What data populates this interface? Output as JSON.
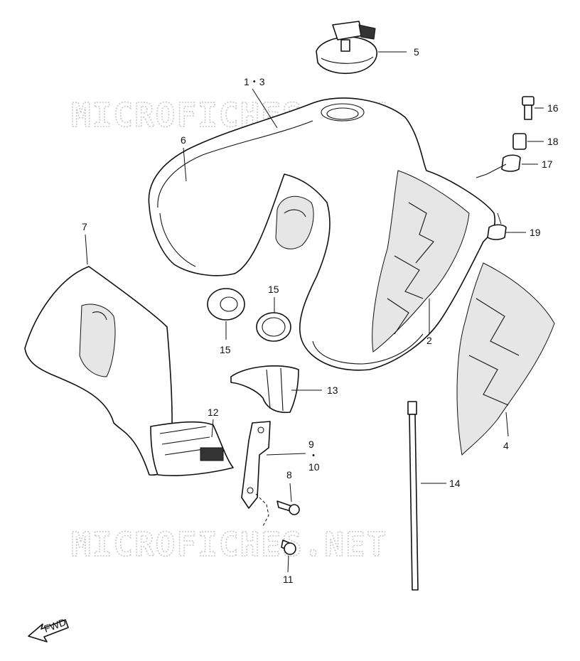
{
  "watermark": "MICROFICHES.NET",
  "fwd_label": "FWD",
  "callouts": {
    "c1_3": "1・3",
    "c2": "2",
    "c4": "4",
    "c5": "5",
    "c6": "6",
    "c7": "7",
    "c8": "8",
    "c9": "9",
    "c9_dot": "・",
    "c10": "10",
    "c11": "11",
    "c12": "12",
    "c13": "13",
    "c14": "14",
    "c15a": "15",
    "c15b": "15",
    "c16": "16",
    "c17": "17",
    "c18": "18",
    "c19": "19"
  }
}
